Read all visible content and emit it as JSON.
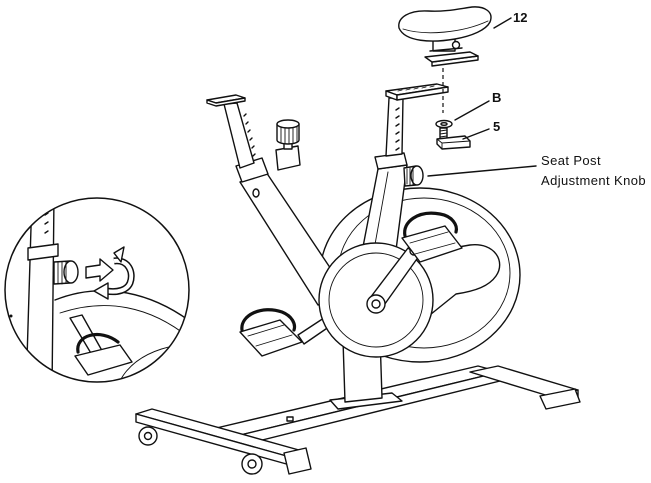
{
  "callouts": {
    "part_12": "12",
    "part_b": "B",
    "part_5": "5",
    "knob_line1": "Seat Post",
    "knob_line2": "Adjustment Knob"
  },
  "colors": {
    "line": "#111111",
    "background": "#ffffff"
  }
}
